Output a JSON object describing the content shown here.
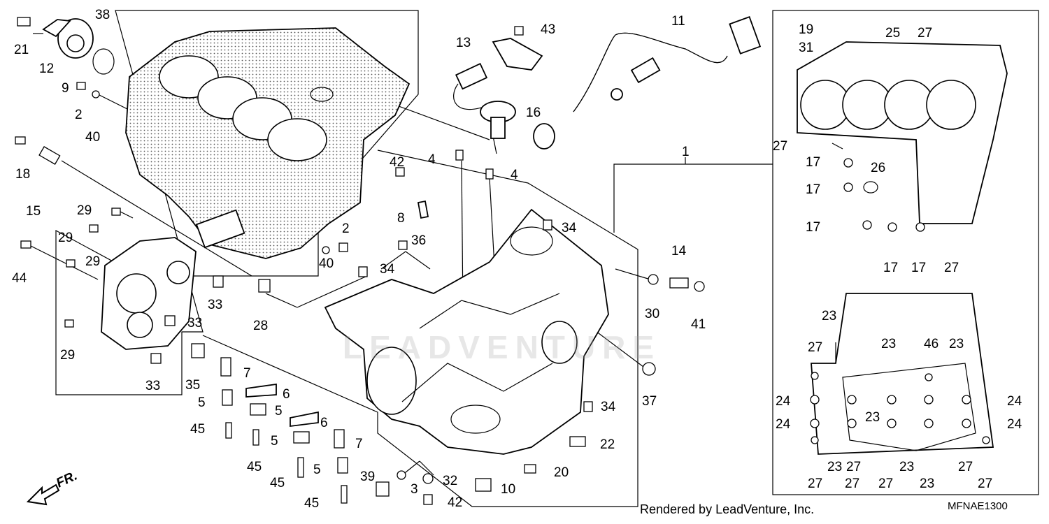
{
  "footer": {
    "credit": "Rendered by LeadVenture, Inc.",
    "diagram_code": "MFNAE1300"
  },
  "watermark": "LEADVENTURE",
  "direction_label": "FR.",
  "callouts": [
    "1",
    "2",
    "2",
    "3",
    "4",
    "4",
    "5",
    "5",
    "5",
    "5",
    "6",
    "6",
    "7",
    "7",
    "8",
    "9",
    "10",
    "11",
    "12",
    "13",
    "14",
    "15",
    "16",
    "17",
    "17",
    "17",
    "17",
    "17",
    "18",
    "19",
    "20",
    "21",
    "22",
    "23",
    "23",
    "23",
    "23",
    "23",
    "23",
    "23",
    "24",
    "24",
    "24",
    "24",
    "25",
    "26",
    "27",
    "27",
    "27",
    "27",
    "27",
    "27",
    "27",
    "27",
    "27",
    "27",
    "28",
    "29",
    "29",
    "29",
    "29",
    "30",
    "31",
    "32",
    "33",
    "33",
    "33",
    "34",
    "34",
    "34",
    "34",
    "35",
    "36",
    "37",
    "38",
    "39",
    "40",
    "40",
    "41",
    "42",
    "42",
    "43",
    "44",
    "45",
    "45",
    "45",
    "45",
    "46"
  ]
}
